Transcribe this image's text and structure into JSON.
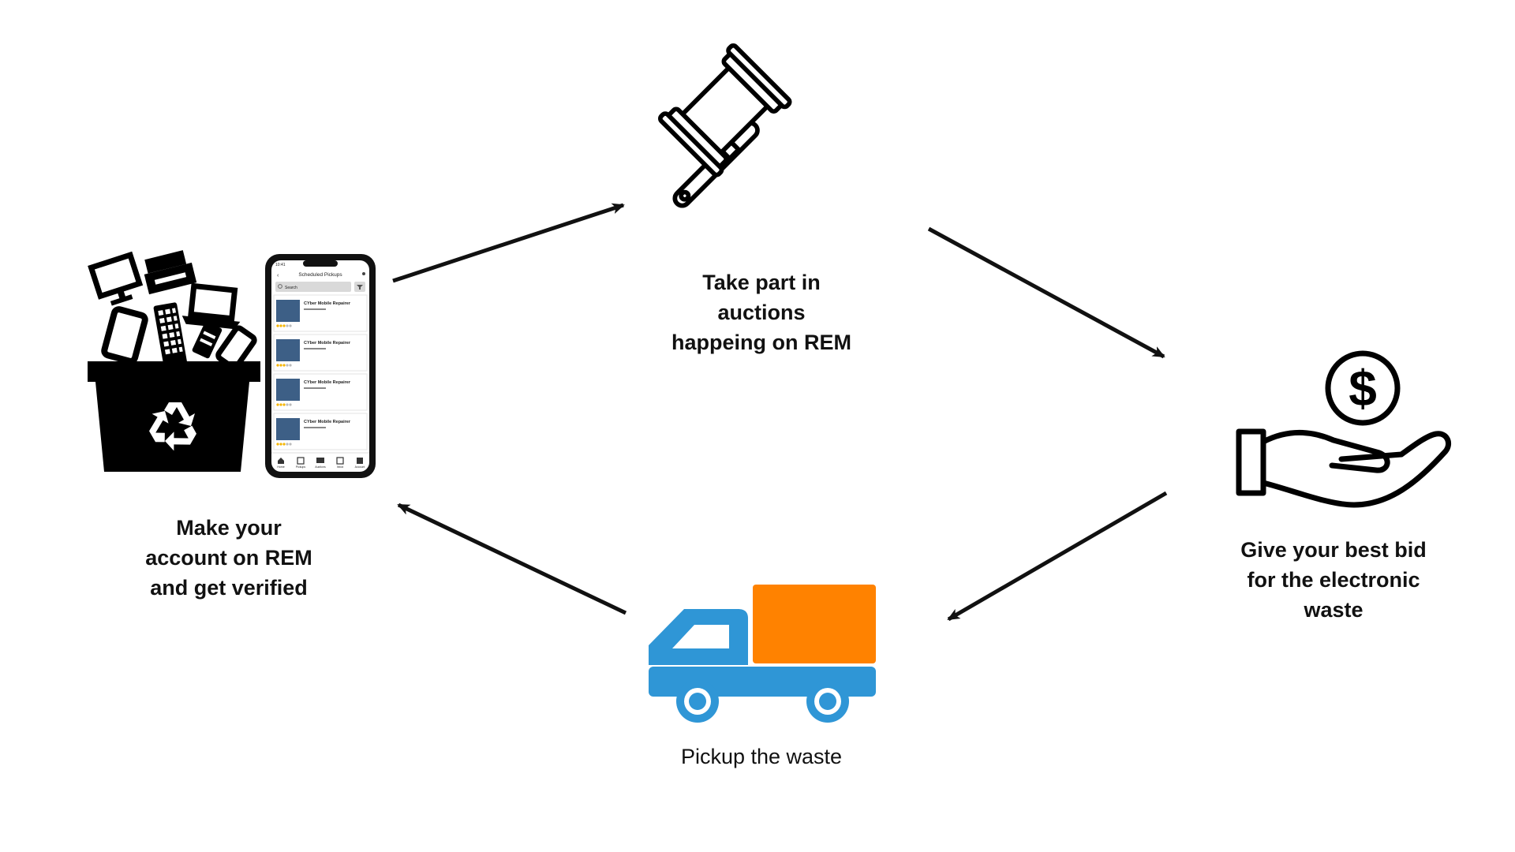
{
  "colors": {
    "ink": "#111111",
    "truck_blue": "#2f96d6",
    "truck_cargo": "#ff8200",
    "background": "#ffffff"
  },
  "steps": [
    {
      "id": "register",
      "label": "Make your\naccount on REM\nand get verified",
      "icons": [
        "ewaste-recycle-bin-icon",
        "smartphone-app-icon"
      ]
    },
    {
      "id": "auction",
      "label": "Take part in\nauctions\nhappeing on REM",
      "icons": [
        "auction-gavel-icon"
      ]
    },
    {
      "id": "bid",
      "label": "Give your best bid\nfor the electronic\nwaste",
      "icons": [
        "hand-holding-dollar-icon"
      ]
    },
    {
      "id": "pickup",
      "label": "Pickup the waste",
      "icons": [
        "delivery-truck-icon"
      ]
    }
  ],
  "phone_app": {
    "status_time": "10:41",
    "screen_title": "Scheduled Pickups",
    "search_placeholder": "Search",
    "list_items": [
      {
        "title": "CYber Mobile Repairer"
      },
      {
        "title": "CYber Mobile Repairer"
      },
      {
        "title": "CYber Mobile Repairer"
      },
      {
        "title": "CYber Mobile Repairer"
      }
    ],
    "nav_items": [
      "Home",
      "Pickups",
      "Auctions",
      "Inbox",
      "Account"
    ]
  }
}
